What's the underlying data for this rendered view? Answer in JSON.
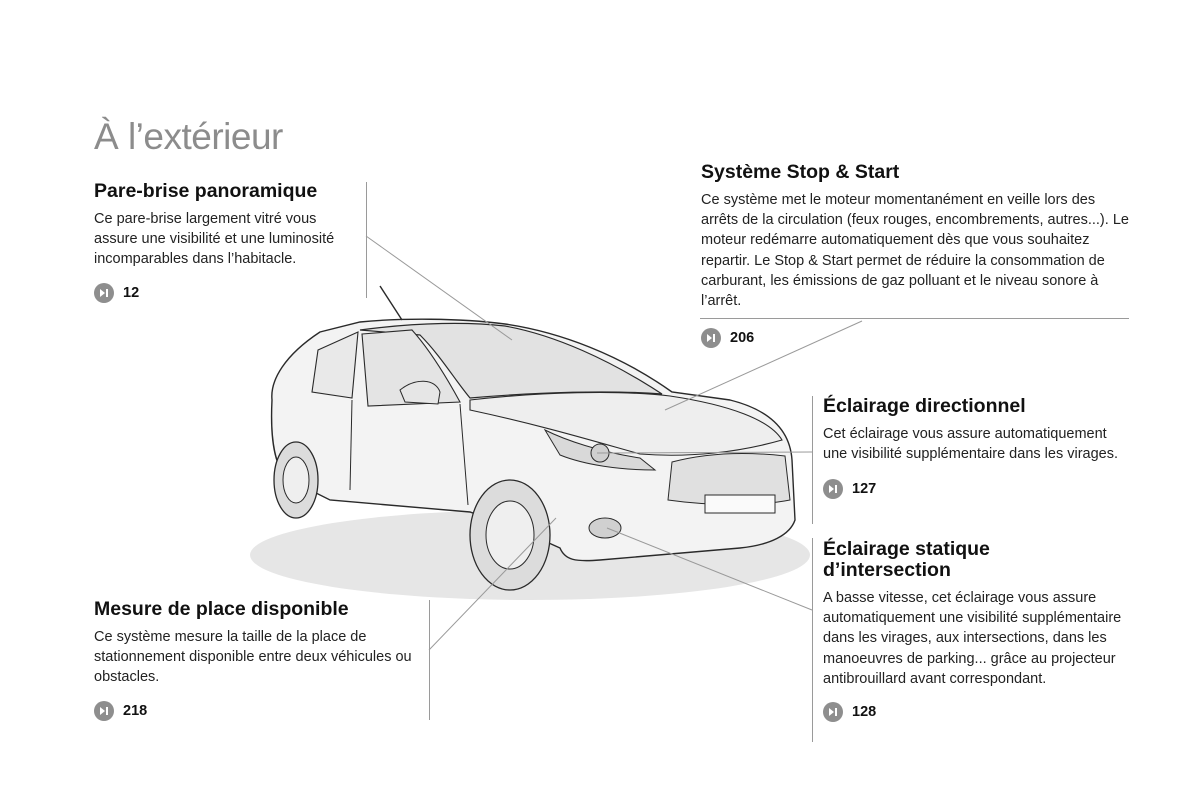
{
  "page": {
    "title": "À l’extérieur"
  },
  "sections": {
    "pare_brise": {
      "title": "Pare-brise panoramique",
      "body": "Ce pare-brise largement vitré vous assure une visibilité et une luminosité incomparables dans l’habitacle.",
      "page_ref": "12"
    },
    "stop_start": {
      "title": "Système Stop & Start",
      "body": "Ce système met le moteur momentanément en veille lors des arrêts de la circulation (feux rouges, encombrements, autres...). Le moteur redémarre automatiquement dès que vous souhaitez repartir. Le Stop & Start permet de réduire la consommation de carburant, les émissions de gaz polluant et le niveau sonore à l’arrêt.",
      "page_ref": "206"
    },
    "eclairage_directionnel": {
      "title": "Éclairage directionnel",
      "body": "Cet éclairage vous assure automatiquement une visibilité supplémentaire dans les virages.",
      "page_ref": "127"
    },
    "eclairage_statique": {
      "title": "Éclairage statique d’intersection",
      "body": "A basse vitesse, cet éclairage vous assure automatiquement une visibilité supplémentaire dans les virages, aux intersections, dans les manoeuvres de parking... grâce au projecteur antibrouillard avant correspondant.",
      "page_ref": "128"
    },
    "mesure_place": {
      "title": "Mesure de place disponible",
      "body": "Ce système mesure la taille de la place de stationnement disponible entre deux véhicules ou obstacles.",
      "page_ref": "218"
    }
  },
  "icons": {
    "page_ref_icon": "skip-forward-icon"
  },
  "colors": {
    "title_gray": "#8c8c8c",
    "icon_gray": "#8e8e8e",
    "line_gray": "#9a9a9a"
  }
}
